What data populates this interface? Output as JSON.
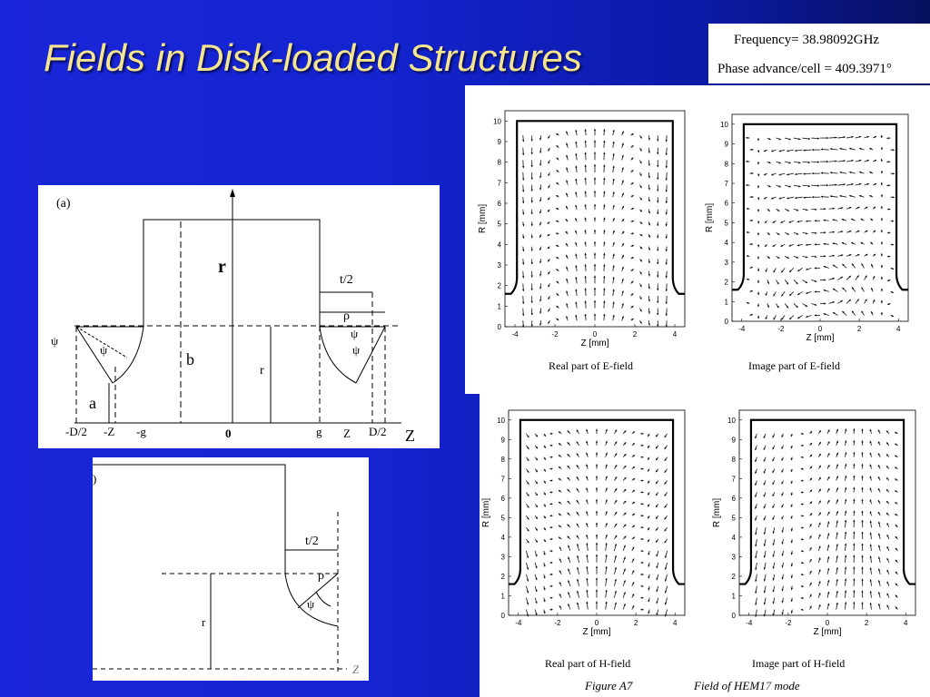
{
  "slide": {
    "title": "Fields in Disk-loaded Structures"
  },
  "header_box": {
    "frequency": "Frequency= 38.98092GHz",
    "phase": "Phase advance/cell = 409.3971°"
  },
  "diagram_a": {
    "panel_label": "(a)",
    "labels": {
      "r": "r",
      "b": "b",
      "a": "a",
      "rc": "r",
      "half_t": "t/2",
      "rho": "ρ",
      "psi2_left": "ψ",
      "psi1_left": "ψ",
      "psi2_right": "ψ",
      "psi1_right": "ψ",
      "z_axis": "Z"
    },
    "axis_ticks": [
      "-D/2",
      "-Z",
      "-g",
      "0",
      "g",
      "Z",
      "D/2"
    ]
  },
  "diagram_b": {
    "panel_label": ")",
    "labels": {
      "half_t": "t/2",
      "rho": "ρ",
      "psi1": "ψ",
      "rc": "r",
      "z_axis": "Z"
    }
  },
  "plots": {
    "x_label": "Z [mm]",
    "y_label": "R [mm]",
    "x_ticks": [
      "-4",
      "-2",
      "0",
      "2",
      "4"
    ],
    "y_ticks": [
      "0",
      "1",
      "2",
      "3",
      "4",
      "5",
      "6",
      "7",
      "8",
      "9",
      "10"
    ],
    "captions": {
      "real_e": "Real part of E-field",
      "imag_e": "Image part of E-field",
      "real_h": "Real part of H-field",
      "imag_h": "Image part of    H-field"
    }
  },
  "figure_caption": {
    "number": "Figure A7",
    "text": "Field of HEM1",
    "mode_index": "7",
    "suffix": " mode"
  },
  "colors": {
    "title": "#f5e58f",
    "background": "#1424d0"
  }
}
